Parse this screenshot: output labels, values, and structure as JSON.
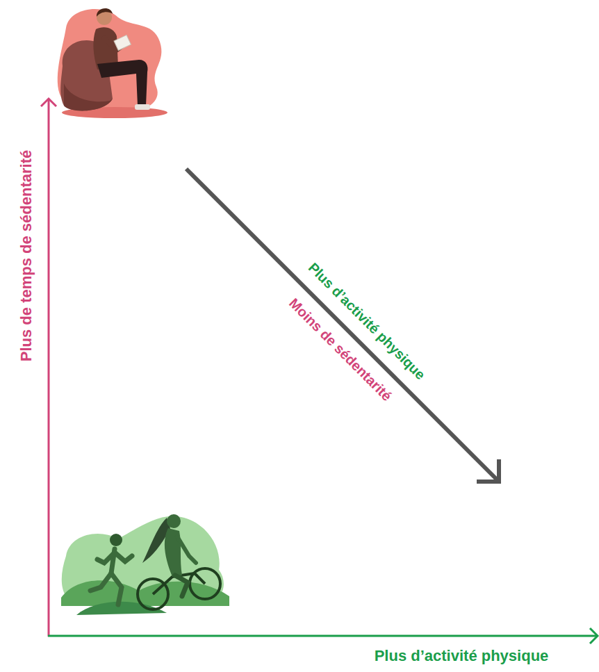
{
  "diagram": {
    "labels": [
      "Plus de temps de sédentarité",
      "Plus d’activité physique",
      "Moins de sédentarité",
      "Plus d’activité physique"
    ]
  }
}
